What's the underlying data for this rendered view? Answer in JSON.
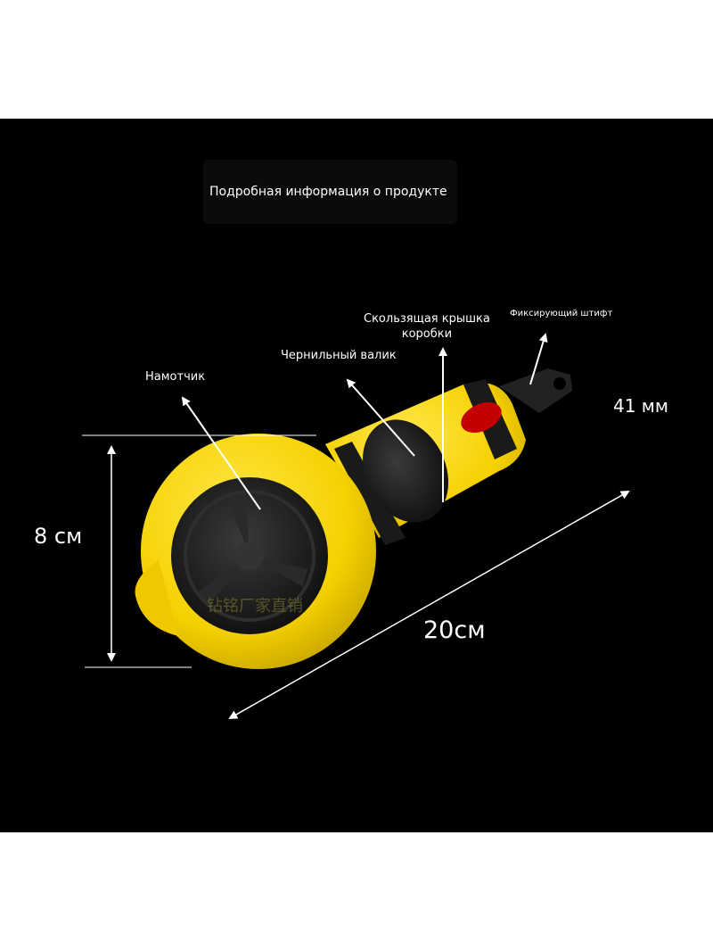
{
  "title": "Подробная информация о продукте",
  "labels": {
    "winder": "Намотчик",
    "ink_roller": "Чернильный валик",
    "sliding_cover_line1": "Скользящая крышка",
    "sliding_cover_line2": "коробки",
    "fixing_pin": "Фиксирующий штифт",
    "width": "41 мм",
    "height": "8 см",
    "length": "20см"
  },
  "watermark": "钻铭厂家直销",
  "colors": {
    "background": "#000000",
    "body_yellow": "#f5d400",
    "black_parts": "#1a1a1a",
    "text": "#ffffff"
  }
}
